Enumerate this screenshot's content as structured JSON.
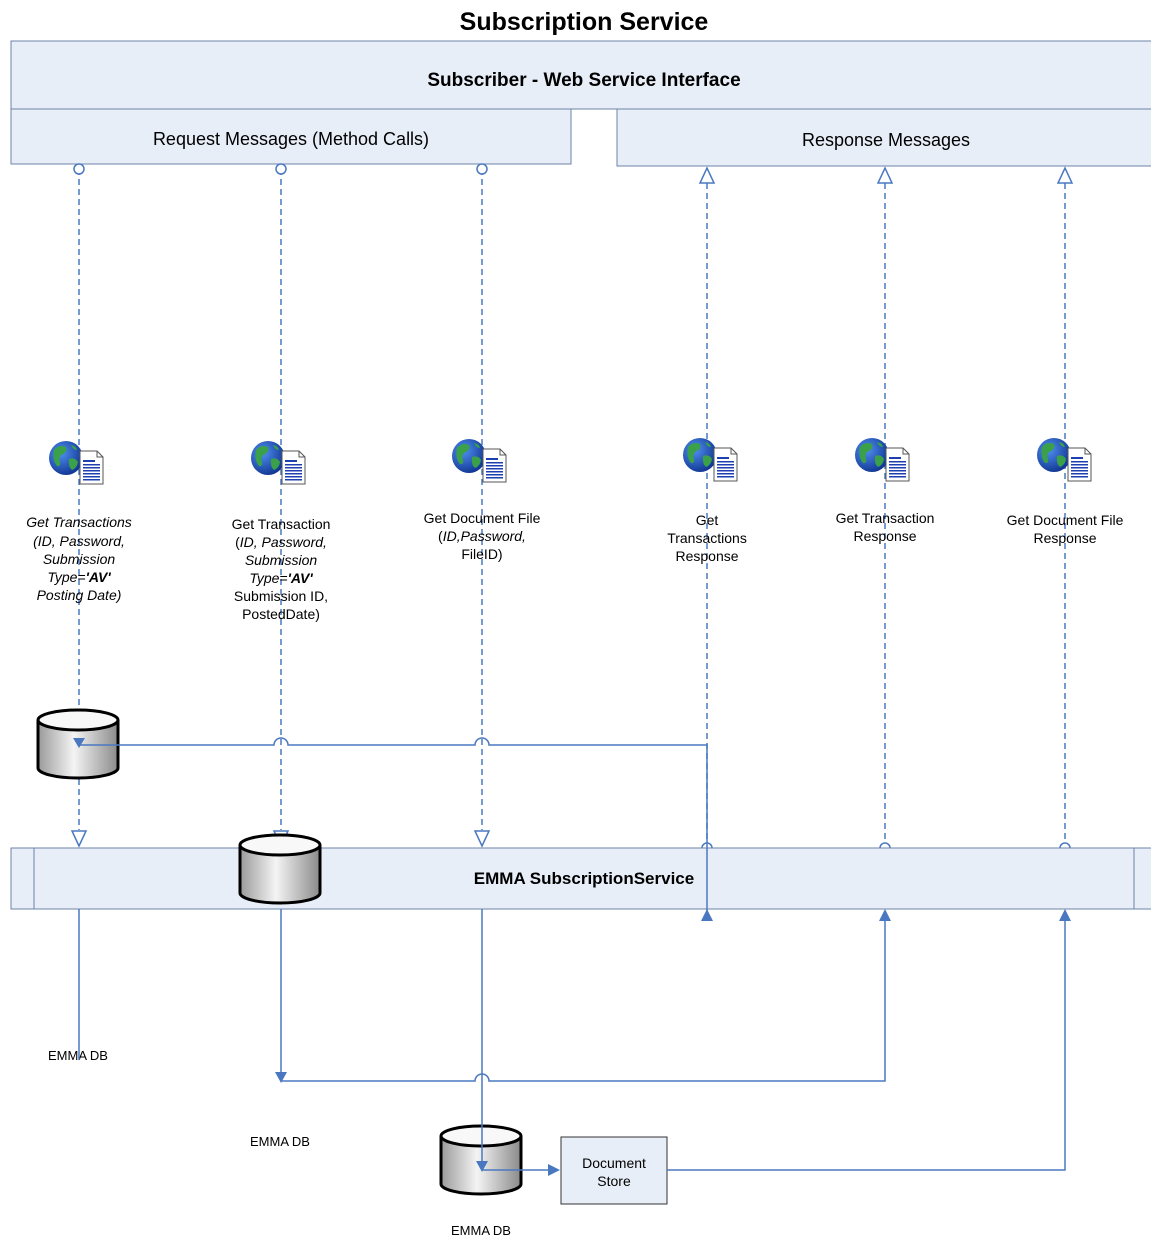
{
  "title": "Subscription Service",
  "interface_bar": "Subscriber -  Web Service Interface",
  "request_bar": "Request Messages (Method Calls)",
  "response_bar": "Response Messages",
  "service_bar": "EMMA SubscriptionService",
  "colors": {
    "box_fill": "#e8eef8",
    "box_stroke": "#6e84a8",
    "arrow": "#4a78c0",
    "db_fill": "#d9d9d9"
  },
  "icons": [
    "globe-document-icon",
    "database-icon"
  ],
  "requests": {
    "get_transactions": {
      "l1": "Get Transactions",
      "l2": "(ID, Password,",
      "l3": "Submission",
      "l4a": "Type=",
      "l4b": "'AV'",
      "l5": "Posting Date)"
    },
    "get_transaction": {
      "l1": "Get Transaction",
      "l2a": "(",
      "l2b": "ID, Password,",
      "l3": "Submission",
      "l4a": "Type=",
      "l4b": "'AV'",
      "l5": "Submission ID,",
      "l6": "PostedDate)"
    },
    "get_document_file": {
      "l1": "Get Document File",
      "l2a": "(",
      "l2b": "ID,Password,",
      "l3": "FileID)"
    }
  },
  "responses": {
    "get_transactions": {
      "l1": "Get",
      "l2": "Transactions",
      "l3": "Response"
    },
    "get_transaction": {
      "l1": "Get Transaction",
      "l2": "Response"
    },
    "get_document_file": {
      "l1": "Get Document File",
      "l2": "Response"
    }
  },
  "databases": [
    "EMMA DB",
    "EMMA DB",
    "EMMA DB"
  ],
  "document_store": {
    "l1": "Document",
    "l2": "Store"
  }
}
